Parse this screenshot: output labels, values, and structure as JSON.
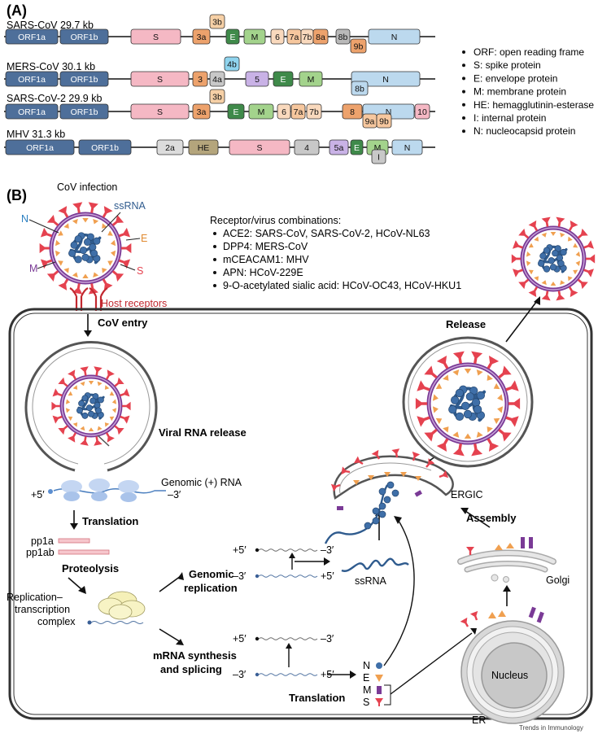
{
  "panel_a": {
    "label": "(A)",
    "genomes": [
      {
        "name": "SARS-CoV 29.7 kb",
        "genes": [
          {
            "label": "ORF1a",
            "color": "#4e6f9a",
            "text": "#ffffff"
          },
          {
            "label": "ORF1b",
            "color": "#4e6f9a",
            "text": "#ffffff"
          },
          {
            "label": "S",
            "color": "#f5b8c4",
            "text": "#111111"
          },
          {
            "label": "3a",
            "color": "#eda26c",
            "text": "#111111"
          },
          {
            "label": "3b",
            "color": "#f6d0a6",
            "text": "#111111"
          },
          {
            "label": "E",
            "color": "#3f8a4a",
            "text": "#ffffff"
          },
          {
            "label": "M",
            "color": "#a3d38c",
            "text": "#111111"
          },
          {
            "label": "6",
            "color": "#f9d9bd",
            "text": "#111111"
          },
          {
            "label": "7a",
            "color": "#f6c79e",
            "text": "#111111"
          },
          {
            "label": "7b",
            "color": "#f9d9bd",
            "text": "#111111"
          },
          {
            "label": "8a",
            "color": "#eda26c",
            "text": "#111111"
          },
          {
            "label": "8b",
            "color": "#b9b9b9",
            "text": "#111111"
          },
          {
            "label": "N",
            "color": "#bcd9ee",
            "text": "#111111"
          },
          {
            "label": "9b",
            "color": "#eda26c",
            "text": "#111111"
          }
        ]
      },
      {
        "name": "MERS-CoV 30.1 kb",
        "genes": [
          {
            "label": "ORF1a",
            "color": "#4e6f9a",
            "text": "#ffffff"
          },
          {
            "label": "ORF1b",
            "color": "#4e6f9a",
            "text": "#ffffff"
          },
          {
            "label": "S",
            "color": "#f5b8c4",
            "text": "#111111"
          },
          {
            "label": "3",
            "color": "#eda26c",
            "text": "#111111"
          },
          {
            "label": "4a",
            "color": "#c8c8c8",
            "text": "#111111"
          },
          {
            "label": "4b",
            "color": "#8fd4ee",
            "text": "#111111"
          },
          {
            "label": "5",
            "color": "#c9b2e6",
            "text": "#111111"
          },
          {
            "label": "E",
            "color": "#3f8a4a",
            "text": "#ffffff"
          },
          {
            "label": "M",
            "color": "#a3d38c",
            "text": "#111111"
          },
          {
            "label": "N",
            "color": "#bcd9ee",
            "text": "#111111"
          },
          {
            "label": "8b",
            "color": "#bcd9ee",
            "text": "#111111"
          }
        ]
      },
      {
        "name": "SARS-CoV-2 29.9 kb",
        "genes": [
          {
            "label": "ORF1a",
            "color": "#4e6f9a",
            "text": "#ffffff"
          },
          {
            "label": "ORF1b",
            "color": "#4e6f9a",
            "text": "#ffffff"
          },
          {
            "label": "S",
            "color": "#f5b8c4",
            "text": "#111111"
          },
          {
            "label": "3a",
            "color": "#eda26c",
            "text": "#111111"
          },
          {
            "label": "3b",
            "color": "#f6d0a6",
            "text": "#111111"
          },
          {
            "label": "E",
            "color": "#3f8a4a",
            "text": "#ffffff"
          },
          {
            "label": "M",
            "color": "#a3d38c",
            "text": "#111111"
          },
          {
            "label": "6",
            "color": "#f9d9bd",
            "text": "#111111"
          },
          {
            "label": "7a",
            "color": "#f6c79e",
            "text": "#111111"
          },
          {
            "label": "7b",
            "color": "#f9d9bd",
            "text": "#111111"
          },
          {
            "label": "8",
            "color": "#eda26c",
            "text": "#111111"
          },
          {
            "label": "N",
            "color": "#bcd9ee",
            "text": "#111111"
          },
          {
            "label": "9a",
            "color": "#f6c79e",
            "text": "#111111"
          },
          {
            "label": "9b",
            "color": "#f6c79e",
            "text": "#111111"
          },
          {
            "label": "10",
            "color": "#f5b8c4",
            "text": "#111111"
          }
        ]
      },
      {
        "name": "MHV 31.3 kb",
        "genes": [
          {
            "label": "ORF1a",
            "color": "#4e6f9a",
            "text": "#ffffff"
          },
          {
            "label": "ORF1b",
            "color": "#4e6f9a",
            "text": "#ffffff"
          },
          {
            "label": "2a",
            "color": "#dcdcdc",
            "text": "#111111"
          },
          {
            "label": "HE",
            "color": "#b4a57c",
            "text": "#111111"
          },
          {
            "label": "S",
            "color": "#f5b8c4",
            "text": "#111111"
          },
          {
            "label": "4",
            "color": "#c8c8c8",
            "text": "#111111"
          },
          {
            "label": "5a",
            "color": "#c9b2e6",
            "text": "#111111"
          },
          {
            "label": "E",
            "color": "#3f8a4a",
            "text": "#ffffff"
          },
          {
            "label": "M",
            "color": "#a3d38c",
            "text": "#111111"
          },
          {
            "label": "N",
            "color": "#bcd9ee",
            "text": "#111111"
          },
          {
            "label": "I",
            "color": "#c8c8c8",
            "text": "#111111"
          }
        ]
      }
    ],
    "legend": [
      "ORF: open reading frame",
      "S: spike protein",
      "E: envelope protein",
      "M: membrane protein",
      "HE: hemagglutinin-esterase",
      "I: internal protein",
      "N: nucleocapsid protein"
    ]
  },
  "panel_b": {
    "label": "(B)",
    "infection_title": "CoV infection",
    "virion_labels": {
      "n": "N",
      "ssrna": "ssRNA",
      "e": "E",
      "m": "M",
      "s": "S"
    },
    "host_receptors": "Host receptors",
    "receptor_title": "Receptor/virus combinations:",
    "receptors": [
      "ACE2: SARS-CoV, SARS-CoV-2, HCoV-NL63",
      "DPP4: MERS-CoV",
      "mCEACAM1: MHV",
      "APN: HCoV-229E",
      "9-O-acetylated sialic acid: HCoV-OC43, HCoV-HKU1"
    ],
    "cov_entry": "CoV entry",
    "viral_rna_release": "Viral RNA release",
    "genomic_rna": "Genomic (+) RNA",
    "five_prime": "+5′",
    "three_prime": "–3′",
    "translation": "Translation",
    "pp1a": "pp1a",
    "pp1ab": "pp1ab",
    "proteolysis": "Proteolysis",
    "rtc_line1": "Replication–",
    "rtc_line2": "transcription",
    "rtc_line3": "complex",
    "genomic_replication_1": "Genomic",
    "genomic_replication_2": "replication",
    "mrna_1": "mRNA synthesis",
    "mrna_2": "and splicing",
    "rep_plus5": "+5′",
    "rep_minus3": "–3′",
    "rep_minus3b": "–3′",
    "rep_plus5b": "+5′",
    "ssrna": "ssRNA",
    "translation2": "Translation",
    "proteins": {
      "n": "N",
      "e": "E",
      "m": "M",
      "s": "S"
    },
    "release": "Release",
    "ergic": "ERGIC",
    "assembly": "Assembly",
    "golgi": "Golgi",
    "nucleus": "Nucleus",
    "er": "ER"
  },
  "footer": "Trends in Immunology",
  "colors": {
    "spike": "#e5424f",
    "membrane": "#7a3a96",
    "envelope": "#f0a050",
    "nucleocapsid": "#2f5b8e",
    "cell": "#333333"
  }
}
